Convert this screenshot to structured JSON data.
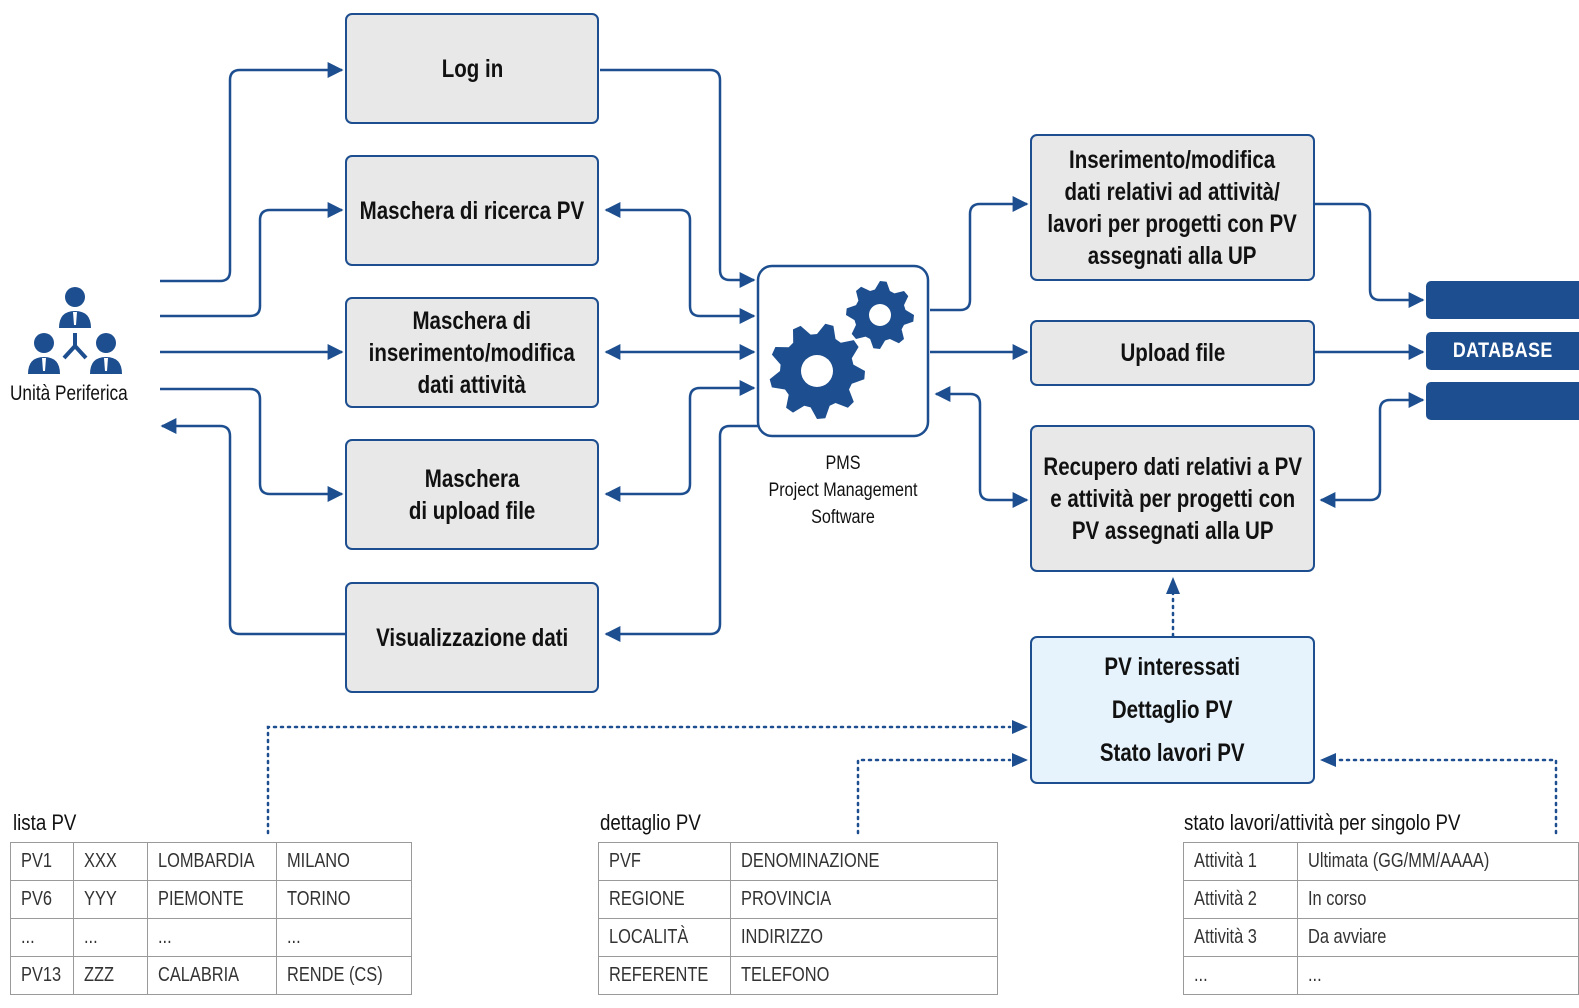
{
  "actor": {
    "label": "Unità Periferica"
  },
  "left_boxes": [
    {
      "lines": [
        "Log in"
      ]
    },
    {
      "lines": [
        "Maschera di ricerca PV"
      ]
    },
    {
      "lines": [
        "Maschera di",
        "inserimento/modifica",
        "dati attività"
      ]
    },
    {
      "lines": [
        "Maschera",
        "di upload file"
      ]
    },
    {
      "lines": [
        "Visualizzazione dati"
      ]
    }
  ],
  "pms": {
    "lines": [
      "PMS",
      "Project Management",
      "Software"
    ]
  },
  "right_boxes": [
    {
      "lines": [
        "Inserimento/modifica",
        "dati relativi ad attività/",
        "lavori per progetti con PV",
        "assegnati alla UP"
      ]
    },
    {
      "lines": [
        "Upload file"
      ]
    },
    {
      "lines": [
        "Recupero dati relativi a PV",
        "e attività per progetti con",
        "PV assegnati alla UP"
      ]
    }
  ],
  "info_box": {
    "lines": [
      "PV interessati",
      "Dettaglio PV",
      "Stato lavori PV"
    ]
  },
  "database": {
    "label": "DATABASE"
  },
  "tables": [
    {
      "title": "lista PV",
      "rows": [
        [
          "PV1",
          "XXX",
          "LOMBARDIA",
          "MILANO"
        ],
        [
          "PV6",
          "YYY",
          "PIEMONTE",
          "TORINO"
        ],
        [
          "...",
          "...",
          "...",
          "..."
        ],
        [
          "PV13",
          "ZZZ",
          "CALABRIA",
          "RENDE (CS)"
        ]
      ]
    },
    {
      "title": "dettaglio PV",
      "rows": [
        [
          "PVF",
          "DENOMINAZIONE"
        ],
        [
          "REGIONE",
          "PROVINCIA"
        ],
        [
          "LOCALITÀ",
          "INDIRIZZO"
        ],
        [
          "REFERENTE",
          "TELEFONO"
        ]
      ]
    },
    {
      "title": "stato lavori/attività per singolo PV",
      "rows": [
        [
          "Attività 1",
          "Ultimata (GG/MM/AAAA)"
        ],
        [
          "Attività 2",
          "In corso"
        ],
        [
          "Attività 3",
          "Da avviare"
        ],
        [
          "...",
          "..."
        ]
      ]
    }
  ],
  "colors": {
    "accent": "#1d4e8f",
    "box_fill": "#e8e8e8",
    "info_fill": "#e6f3fc",
    "table_border": "#9a9a9a"
  },
  "icons": [
    "users-hierarchy-icon",
    "gears-icon"
  ]
}
